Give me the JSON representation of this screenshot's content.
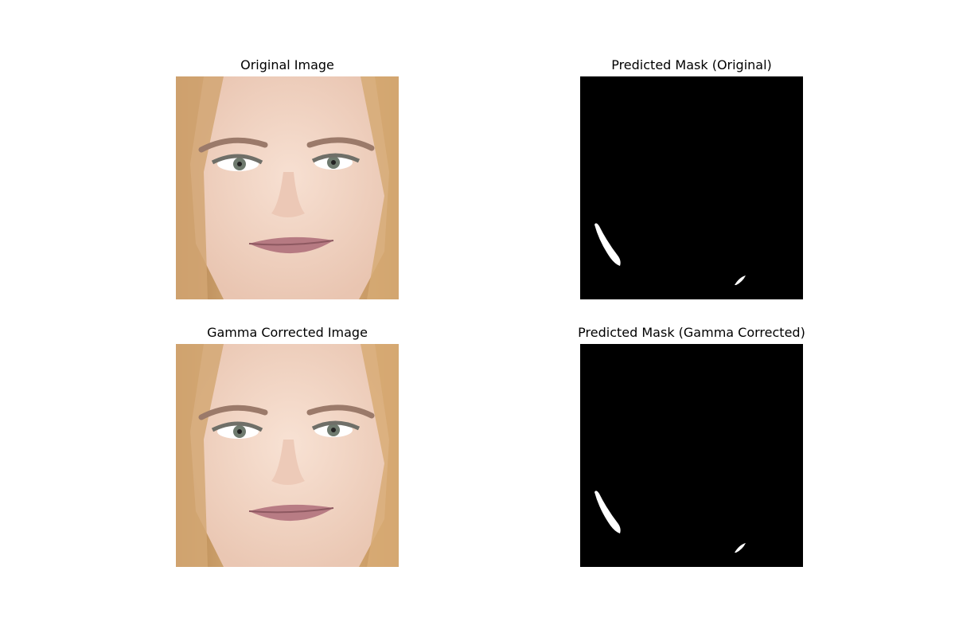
{
  "panels": [
    {
      "title": "Original Image",
      "kind": "face-photo"
    },
    {
      "title": "Predicted Mask (Original)",
      "kind": "binary-mask"
    },
    {
      "title": "Gamma Corrected Image",
      "kind": "face-photo"
    },
    {
      "title": "Predicted Mask (Gamma Corrected)",
      "kind": "binary-mask"
    }
  ],
  "colors": {
    "background": "#ffffff",
    "mask_background": "#000000",
    "mask_foreground": "#ffffff",
    "hair": "#c99a62",
    "skin": "#f0d2c2"
  }
}
